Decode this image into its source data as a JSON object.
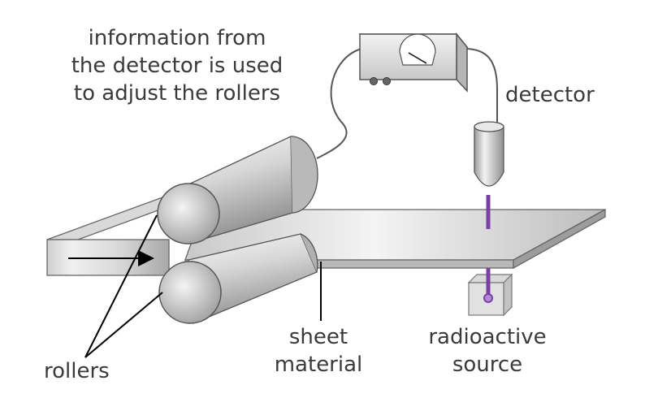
{
  "diagram": {
    "info_label": {
      "line1": "information from",
      "line2": "the detector is used",
      "line3": "to adjust the rollers"
    },
    "detector_label": "detector",
    "rollers_label": "rollers",
    "sheet_label": {
      "line1": "sheet",
      "line2": "material"
    },
    "source_label": {
      "line1": "radioactive",
      "line2": "source"
    }
  },
  "colors": {
    "radiation_beam": "#7b3fa8",
    "metal_light": "#f2f2f2",
    "metal_dark": "#8a8a8a",
    "outline": "#555555",
    "text": "#3a3a3a"
  }
}
